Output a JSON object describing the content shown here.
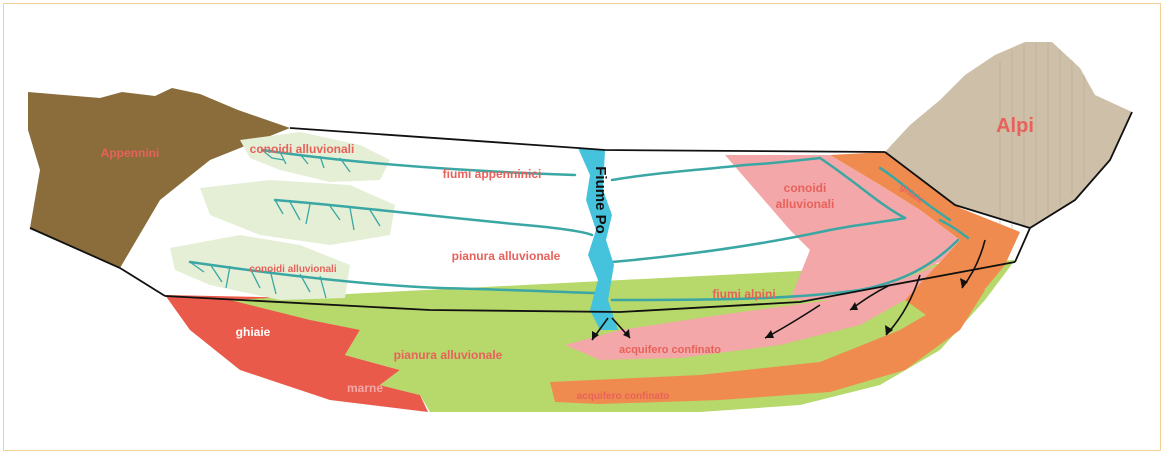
{
  "labels": {
    "appennini": "Appennini",
    "alpi": "Alpi",
    "conoidi_top": "conoidi alluvionali",
    "fiumi_appenninici": "fiumi appenninici",
    "fiume_po": "Fiume Po",
    "conoidi_right_1": "conoidi",
    "conoidi_right_2": "alluvionali",
    "pianura_top": "pianura alluvionale",
    "conoidi_lower_left": "conoidi alluvionali",
    "fiumi_alpini": "fiumi alpini",
    "ghiaie_right": "ghiaie",
    "ghiaie": "ghiaie",
    "pianura_bottom": "pianura alluvionale",
    "acquifero": "acquifero confinato",
    "marne": "marne",
    "acquifero_confinato": "acquifero confinato"
  },
  "colors": {
    "appennini_brown": "#8a6d3b",
    "alps_grey": "#cdbfa8",
    "fan_green": "#e4efd6",
    "river_teal": "#3aa7a4",
    "po_blue": "#45c2dc",
    "pink_fan": "#f3a7a8",
    "orange_fan": "#f08b4f",
    "green_layer": "#b7d86a",
    "red_gravel": "#ea5a4a",
    "label_red": "#e8615a",
    "border": "#f2cf93"
  }
}
